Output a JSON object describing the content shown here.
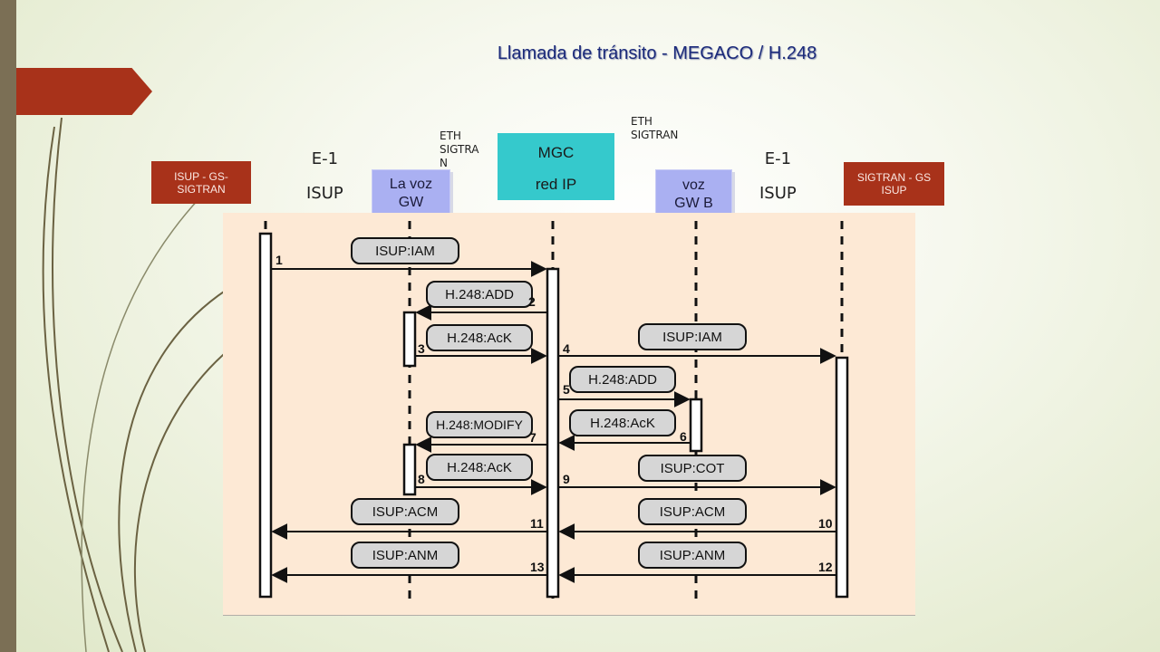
{
  "title": "Llamada de tránsito - MEGACO / H.248",
  "header_labels": {
    "eth_left": "ETH\nSIGTRA\nN",
    "eth_right": "ETH\nSIGTRAN",
    "e1_left": "E-1\n\nISUP",
    "e1_right": "E-1\n\nISUP"
  },
  "entities": {
    "left_trunk": "ISUP - GS-\nSIGTRAN",
    "gw_a": "La voz\nGW",
    "mgc": "MGC\nred IP",
    "gw_b": "voz\nGW  B",
    "right_trunk": "SIGTRAN - GS\nISUP"
  },
  "messages": [
    {
      "n": "1",
      "label": "ISUP:IAM"
    },
    {
      "n": "2",
      "label": "H.248:ADD"
    },
    {
      "n": "3",
      "label": "H.248:AcK"
    },
    {
      "n": "4",
      "label": "ISUP:IAM"
    },
    {
      "n": "5",
      "label": "H.248:ADD"
    },
    {
      "n": "6",
      "label": "H.248:AcK"
    },
    {
      "n": "7",
      "label": "H.248:MODIFY"
    },
    {
      "n": "8",
      "label": "H.248:AcK"
    },
    {
      "n": "9",
      "label": "ISUP:COT"
    },
    {
      "n": "10",
      "label": "ISUP:ACM"
    },
    {
      "n": "11",
      "label": "ISUP:ACM"
    },
    {
      "n": "12",
      "label": "ISUP:ANM"
    },
    {
      "n": "13",
      "label": "ISUP:ANM"
    }
  ],
  "colors": {
    "diagram_bg": "#fde9d5",
    "pill_fill": "#d6d6d6",
    "red_box": "#a8321a",
    "blue_box": "#aab0f2",
    "teal_box": "#35c9cc",
    "title": "#1b2a7a"
  }
}
